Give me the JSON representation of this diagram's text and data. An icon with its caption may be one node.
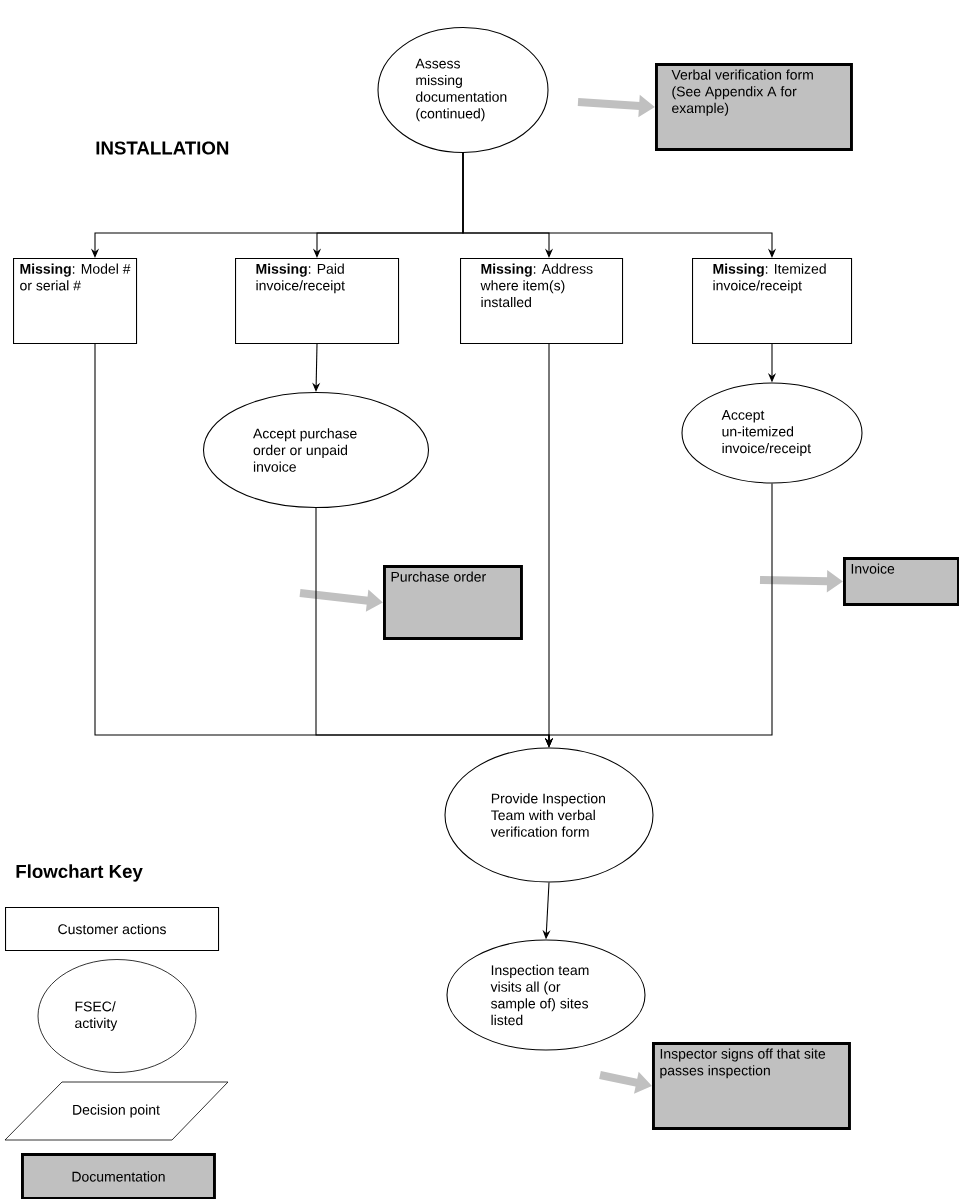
{
  "diagram": {
    "title": "INSTALLATION",
    "nodes": [
      {
        "text": [
          "Assess missing documentation (continued)"
        ]
      },
      {
        "text": [
          "Verbal verification form (See Appendix A for example)"
        ]
      },
      {
        "text": [
          "**Missing**: Model # or serial #"
        ]
      },
      {
        "text": [
          "**Missing**: Paid invoice/receipt"
        ]
      },
      {
        "text": [
          "**Missing**: Address where item(s) installed"
        ]
      },
      {
        "text": [
          "**Missing**: Itemized invoice/receipt"
        ]
      },
      {
        "text": [
          "Accept purchase order or unpaid invoice"
        ]
      },
      {
        "text": [
          "Purchase order"
        ]
      },
      {
        "text": [
          "Accept un-itemized invoice/receipt"
        ]
      },
      {
        "text": [
          "Invoice"
        ]
      },
      {
        "text": [
          "Provide Inspection Team with verbal verification form"
        ]
      },
      {
        "text": [
          "Inspection team visits all (or sample of) sites listed"
        ]
      },
      {
        "text": [
          "Inspector signs off that site passes inspection"
        ]
      }
    ],
    "edges": [
      {
        "from": null,
        "to": 1,
        "arrow": "to",
        "style": "thick",
        "color": "#c0c0c0"
      },
      {
        "from": 0,
        "to": 2,
        "arrow": "to"
      },
      {
        "from": 0,
        "to": 3,
        "arrow": "to"
      },
      {
        "from": 0,
        "to": 4,
        "arrow": "to"
      },
      {
        "from": 0,
        "to": 5,
        "arrow": "to"
      },
      {
        "from": 3,
        "to": 6,
        "arrow": "to"
      },
      {
        "from": null,
        "to": 7,
        "arrow": "to",
        "style": "thick",
        "color": "#c0c0c0"
      },
      {
        "from": 5,
        "to": 8,
        "arrow": "to"
      },
      {
        "from": null,
        "to": 9,
        "arrow": "to",
        "style": "thick",
        "color": "#c0c0c0"
      },
      {
        "from": 2,
        "to": 10,
        "arrow": "to"
      },
      {
        "from": 6,
        "to": 10,
        "arrow": "to"
      },
      {
        "from": 4,
        "to": 10,
        "arrow": "to"
      },
      {
        "from": 8,
        "to": 10,
        "arrow": "to"
      },
      {
        "from": 10,
        "to": 11,
        "arrow": "to"
      },
      {
        "from": null,
        "to": 12,
        "arrow": "to",
        "style": "thick",
        "color": "#c0c0c0"
      }
    ],
    "labels": [
      "Flowchart Key"
    ],
    "legend": [
      {
        "text": "Customer actions"
      },
      {
        "text": "FSEC/ activity"
      },
      {
        "text": "Decision point"
      },
      {
        "text": "Documentation"
      }
    ]
  }
}
